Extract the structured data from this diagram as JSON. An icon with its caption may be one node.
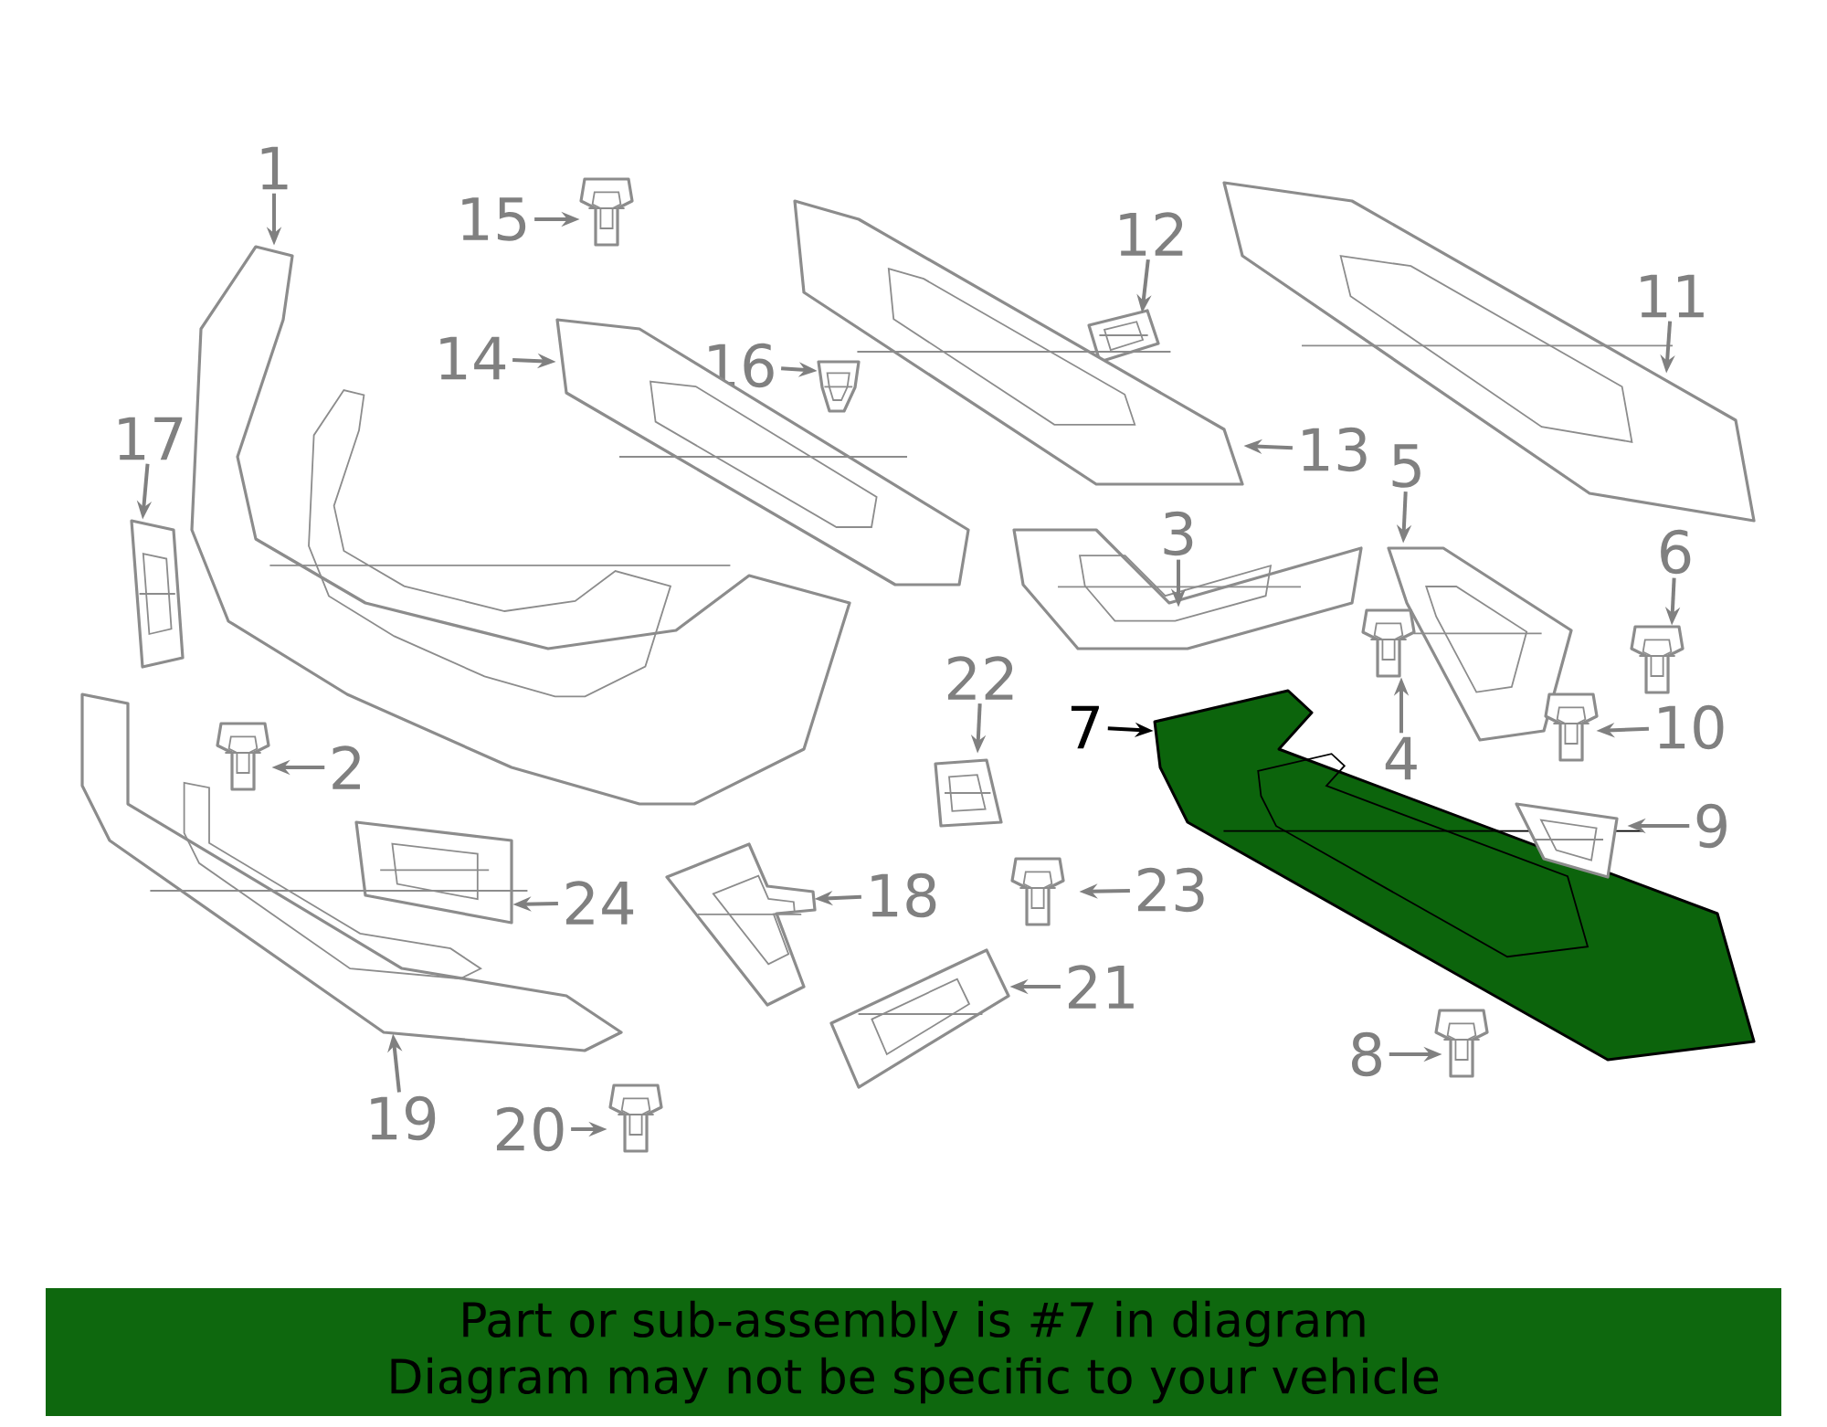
{
  "diagram": {
    "nodes": [
      {
        "text": [
          "1"
        ]
      },
      {
        "text": [
          "15"
        ]
      },
      {
        "text": [
          "12"
        ]
      },
      {
        "text": [
          "11"
        ]
      },
      {
        "text": [
          "14"
        ]
      },
      {
        "text": [
          "16"
        ]
      },
      {
        "text": [
          "13"
        ]
      },
      {
        "text": [
          "17"
        ]
      },
      {
        "text": [
          "5"
        ]
      },
      {
        "text": [
          "3"
        ]
      },
      {
        "text": [
          "6"
        ]
      },
      {
        "text": [
          "22"
        ]
      },
      {
        "text": [
          "7"
        ]
      },
      {
        "text": [
          "4"
        ]
      },
      {
        "text": [
          "2"
        ]
      },
      {
        "text": [
          "10"
        ]
      },
      {
        "text": [
          "9"
        ]
      },
      {
        "text": [
          "24"
        ]
      },
      {
        "text": [
          "18"
        ]
      },
      {
        "text": [
          "23"
        ]
      },
      {
        "text": [
          "21"
        ]
      },
      {
        "text": [
          "8"
        ]
      },
      {
        "text": [
          "19"
        ]
      },
      {
        "text": [
          "20"
        ]
      },
      {
        "text": [],
        "shape": "picture"
      },
      {
        "text": [],
        "shape": "picture"
      },
      {
        "text": [],
        "shape": "picture"
      },
      {
        "text": [],
        "shape": "picture"
      },
      {
        "text": [],
        "shape": "picture"
      },
      {
        "text": [],
        "shape": "picture"
      },
      {
        "text": [],
        "shape": "picture"
      },
      {
        "text": [],
        "shape": "picture"
      },
      {
        "text": [],
        "shape": "picture"
      },
      {
        "text": [],
        "shape": "picture"
      },
      {
        "text": [],
        "shape": "picture"
      },
      {
        "text": [],
        "shape": "picture"
      },
      {
        "text": [],
        "shape": "picture"
      },
      {
        "text": [],
        "shape": "picture"
      },
      {
        "text": [],
        "shape": "picture"
      },
      {
        "text": [],
        "shape": "picture"
      },
      {
        "text": [],
        "shape": "picture"
      },
      {
        "text": [],
        "shape": "picture"
      },
      {
        "text": [],
        "shape": "picture"
      },
      {
        "text": [],
        "shape": "picture"
      },
      {
        "text": [],
        "shape": "picture"
      },
      {
        "text": [],
        "shape": "picture"
      },
      {
        "text": [],
        "shape": "picture"
      },
      {
        "text": [],
        "shape": "picture"
      },
      {
        "text": [
          "Part or sub-assembly is #7 in diagram",
          "Diagram may not be specific to your vehicle"
        ]
      }
    ],
    "edges": [
      {
        "from": 0,
        "to": 24,
        "arrow": "to"
      },
      {
        "from": 1,
        "to": 25,
        "arrow": "to"
      },
      {
        "from": 2,
        "to": 26,
        "arrow": "to"
      },
      {
        "from": 3,
        "to": 27,
        "arrow": "to"
      },
      {
        "from": 4,
        "to": 28,
        "arrow": "to"
      },
      {
        "from": 5,
        "to": 29,
        "arrow": "to"
      },
      {
        "from": 6,
        "to": 30,
        "arrow": "to"
      },
      {
        "from": 7,
        "to": 31,
        "arrow": "to"
      },
      {
        "from": 8,
        "to": 32,
        "arrow": "to"
      },
      {
        "from": 9,
        "to": 33,
        "arrow": "to"
      },
      {
        "from": 10,
        "to": 34,
        "arrow": "to"
      },
      {
        "from": 11,
        "to": 35,
        "arrow": "to"
      },
      {
        "from": 12,
        "to": 36,
        "arrow": "to",
        "color": "#000000"
      },
      {
        "from": 13,
        "to": 37,
        "arrow": "to"
      },
      {
        "from": 14,
        "to": 38,
        "arrow": "to"
      },
      {
        "from": 15,
        "to": 39,
        "arrow": "to"
      },
      {
        "from": 16,
        "to": 40,
        "arrow": "to"
      },
      {
        "from": 17,
        "to": 41,
        "arrow": "to"
      },
      {
        "from": 18,
        "to": 42,
        "arrow": "to"
      },
      {
        "from": 19,
        "to": 43,
        "arrow": "to"
      },
      {
        "from": 20,
        "to": 44,
        "arrow": "to"
      },
      {
        "from": 21,
        "to": 45,
        "arrow": "to"
      },
      {
        "from": 22,
        "to": 46,
        "arrow": "to"
      },
      {
        "from": 23,
        "to": 47,
        "arrow": "to"
      }
    ]
  }
}
